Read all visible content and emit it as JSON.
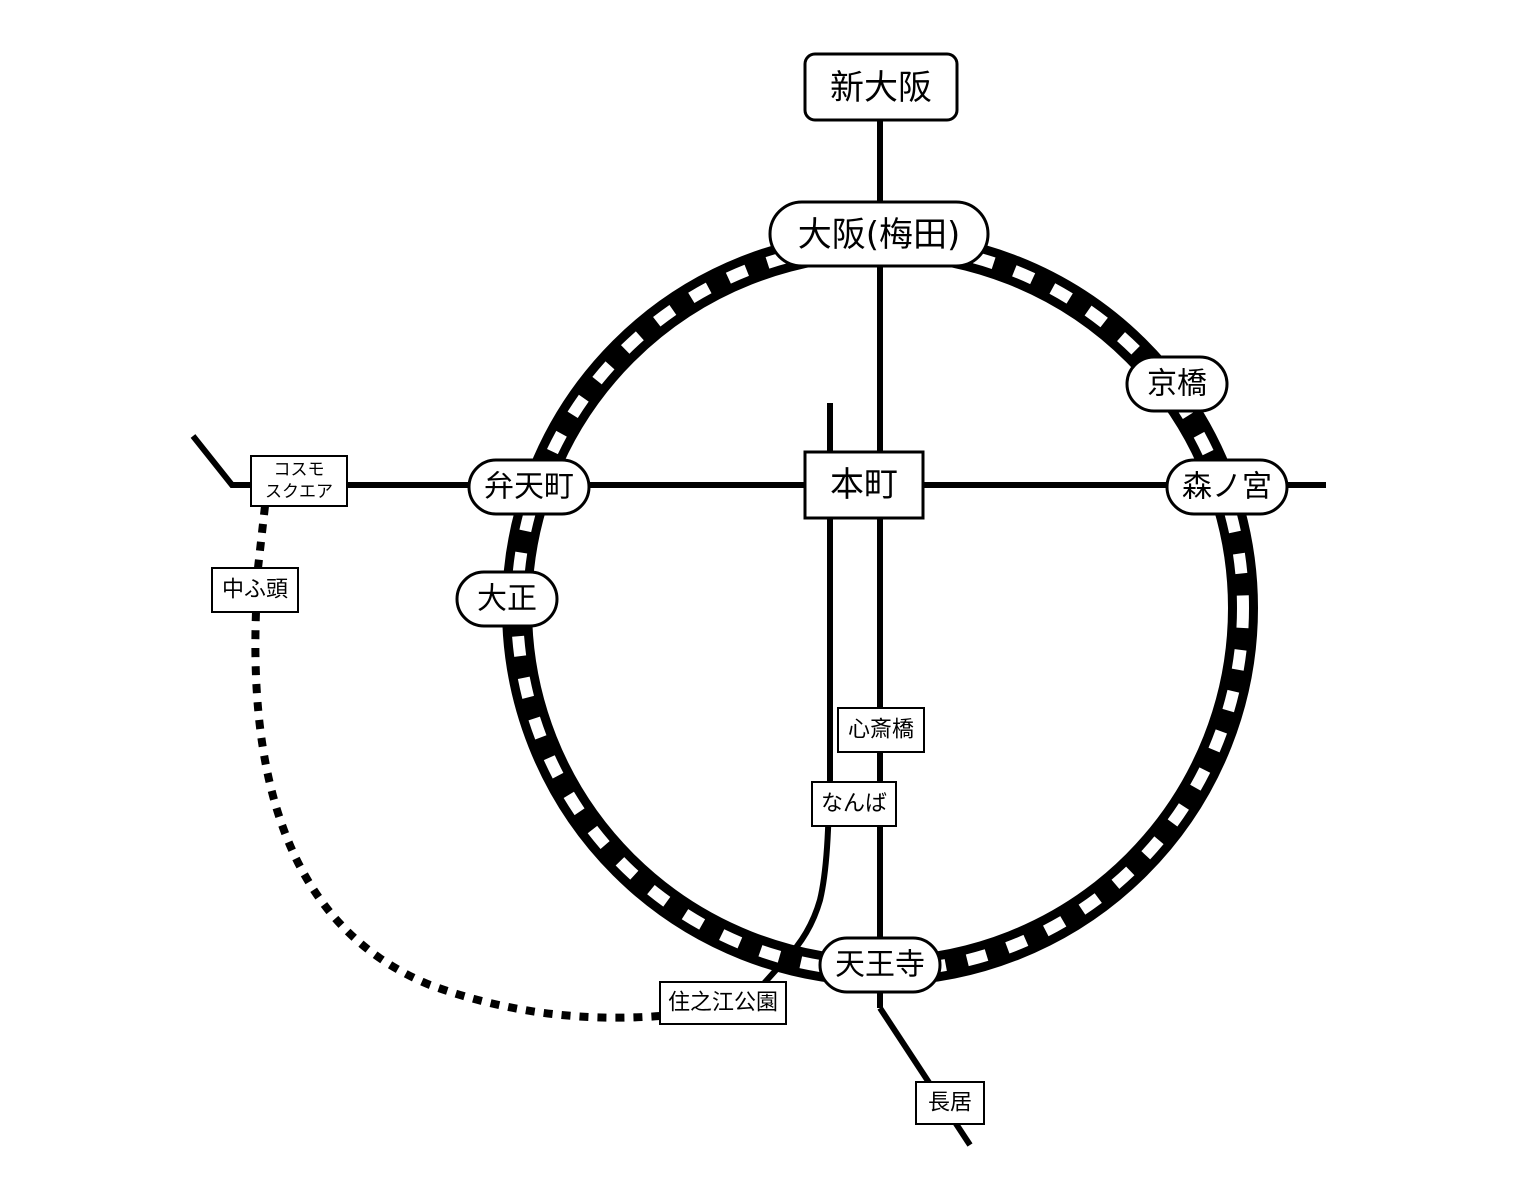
{
  "stations": {
    "shin_osaka": "新大阪",
    "osaka_umeda": "大阪(梅田)",
    "kyobashi": "京橋",
    "morinomiya": "森ノ宮",
    "bentencho": "弁天町",
    "taisho": "大正",
    "honmachi": "本町",
    "tennoji": "天王寺",
    "shinsaibashi": "心斎橋",
    "namba": "なんば",
    "suminoe_koen": "住之江公園",
    "nagai": "長居",
    "chufuto": "中ふ頭",
    "cosmo_square_line1": "コスモ",
    "cosmo_square_line2": "スクエア"
  },
  "colors": {
    "line": "#000000",
    "background": "#ffffff",
    "loop_dash": "#ffffff"
  }
}
